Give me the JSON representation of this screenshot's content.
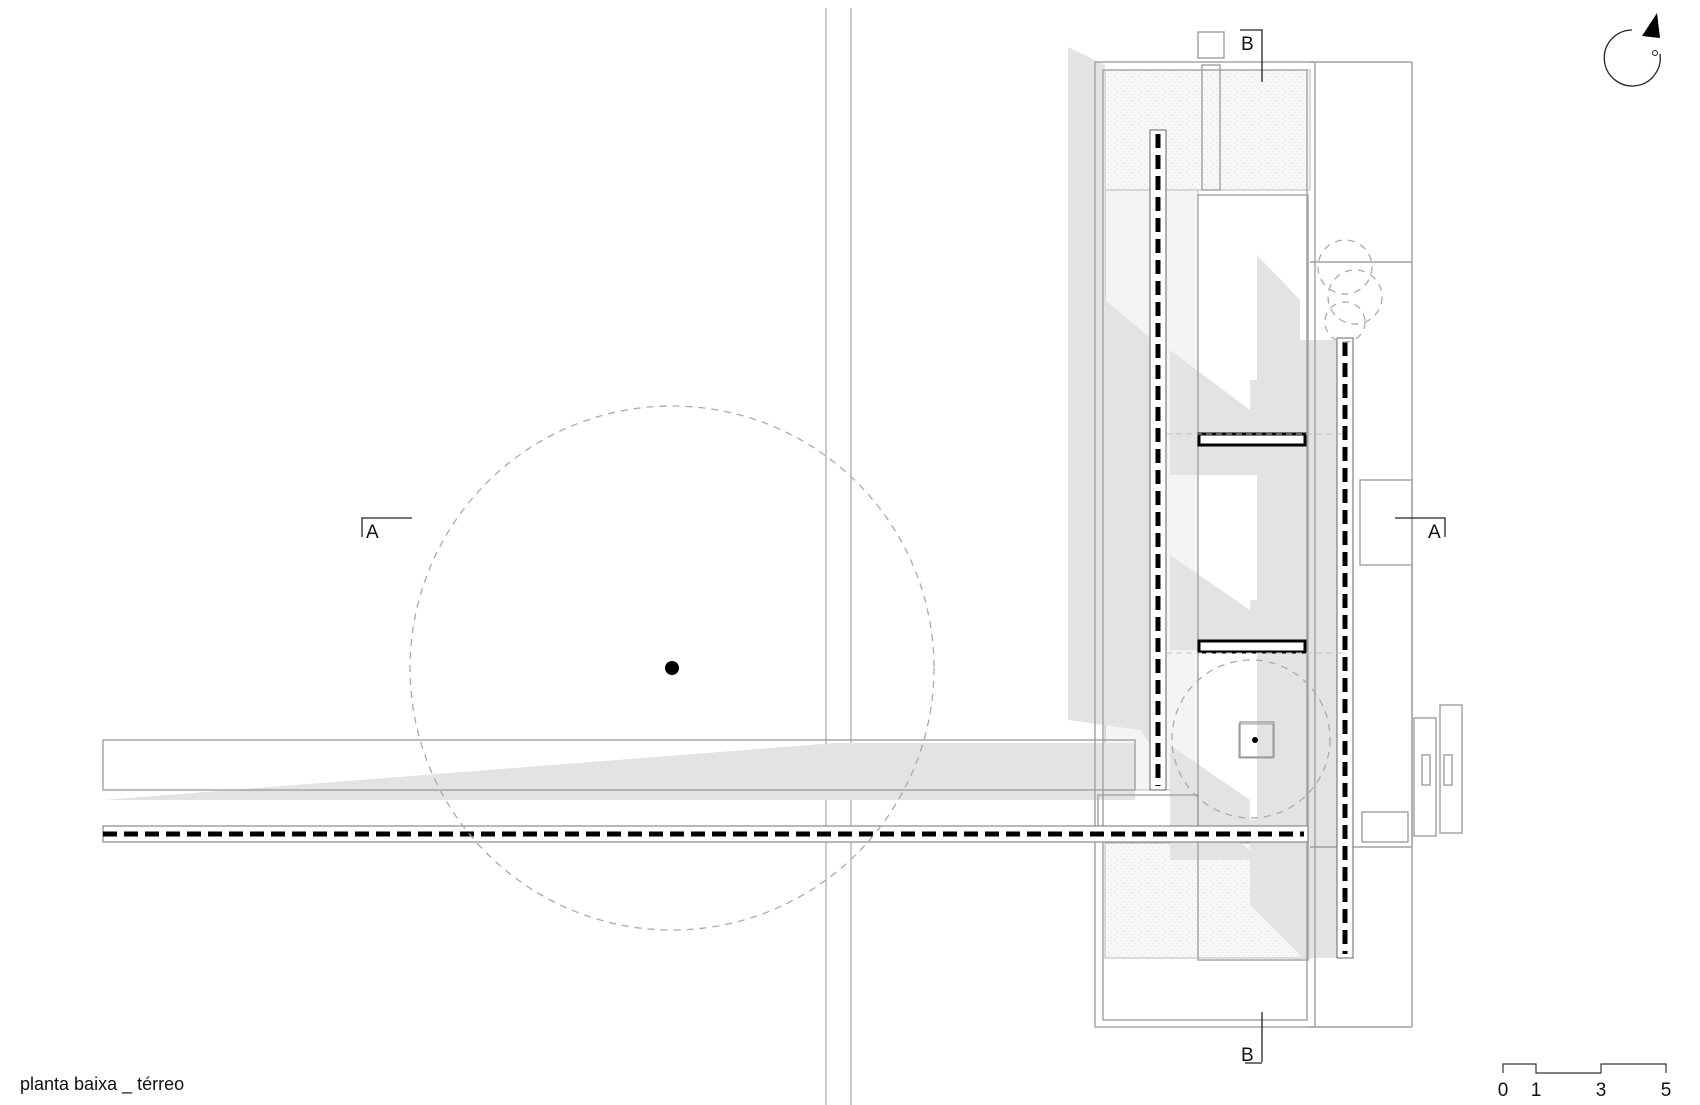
{
  "title": "planta baixa _ térreo",
  "section_marks": {
    "a_left": "A",
    "a_right": "A",
    "b_top": "B",
    "b_bottom": "B"
  },
  "scale_bar": {
    "ticks": [
      "0",
      "1",
      "3",
      "5"
    ]
  },
  "colors": {
    "line": "#a0a0a0",
    "shade": "#e4e4e4",
    "ink": "#000000"
  },
  "icons": [
    "north-arrow-icon"
  ]
}
